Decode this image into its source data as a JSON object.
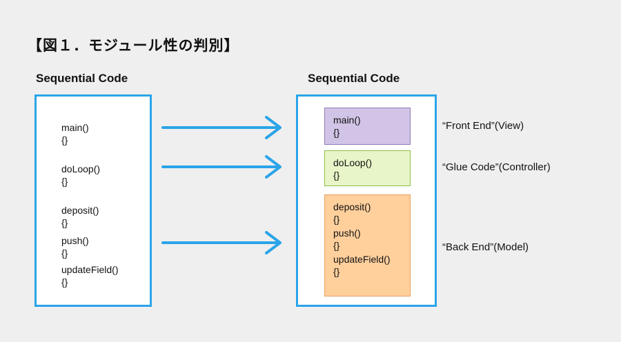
{
  "figure_title": "【図１．モジュール性の判別】",
  "left": {
    "heading": "Sequential Code",
    "items": [
      {
        "name": "main()",
        "body": "{}"
      },
      {
        "name": "doLoop()",
        "body": "{}"
      },
      {
        "name": "deposit()",
        "body": "{}"
      },
      {
        "name": "push()",
        "body": "{}"
      },
      {
        "name": "updateField()",
        "body": "{}"
      }
    ]
  },
  "right": {
    "heading": "Sequential Code",
    "modules": [
      {
        "color": "#d1c4e6",
        "label": "“Front End”(View)",
        "items": [
          {
            "name": "main()",
            "body": "{}"
          }
        ]
      },
      {
        "color": "#e8f5c8",
        "label": "“Glue Code”(Controller)",
        "items": [
          {
            "name": "doLoop()",
            "body": "{}"
          }
        ]
      },
      {
        "color": "#ffcf9c",
        "label": "“Back End”(Model)",
        "items": [
          {
            "name": "deposit()",
            "body": "{}"
          },
          {
            "name": "push()",
            "body": "{}"
          },
          {
            "name": "updateField()",
            "body": "{}"
          }
        ]
      }
    ]
  },
  "colors": {
    "frame": "#2aa4e8",
    "arrow": "#2aa4e8",
    "background": "#efefef"
  }
}
